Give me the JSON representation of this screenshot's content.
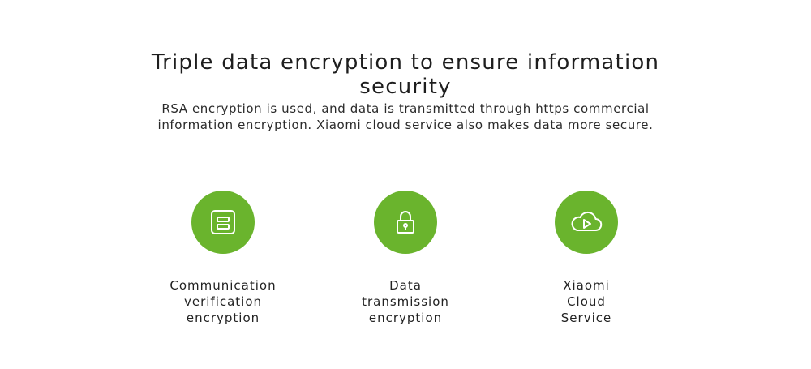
{
  "header": {
    "title": "Triple data encryption to ensure information security",
    "subtitle": "RSA encryption is used, and data is transmitted through https commercial information encryption. Xiaomi cloud service also makes data more secure."
  },
  "colors": {
    "accent": "#6ab42d"
  },
  "features": [
    {
      "icon": "sim-card-icon",
      "label_lines": [
        "Communication",
        "verification",
        "encryption"
      ]
    },
    {
      "icon": "lock-icon",
      "label_lines": [
        "Data",
        "transmission",
        "encryption"
      ]
    },
    {
      "icon": "cloud-play-icon",
      "label_lines": [
        "Xiaomi",
        "Cloud",
        "Service"
      ]
    }
  ]
}
